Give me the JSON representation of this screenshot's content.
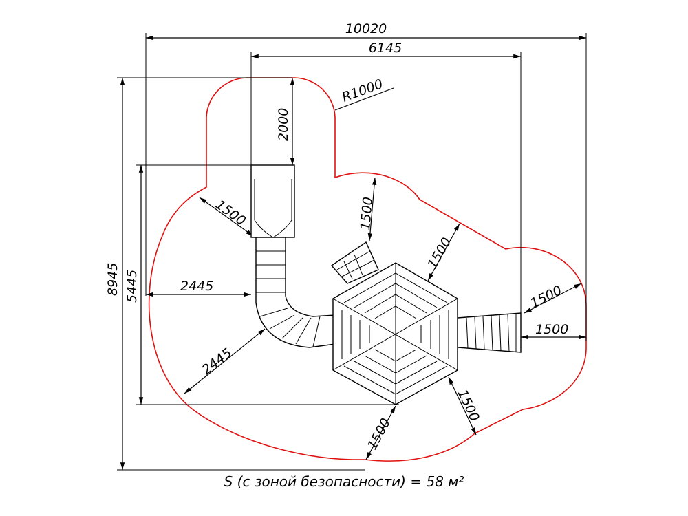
{
  "dimensions": {
    "total_width": "10020",
    "inner_width": "6145",
    "radius": "R1000",
    "slide_top_zone": "2000",
    "total_height": "8945",
    "inner_height": "5445",
    "left_offset": "2445",
    "slide_curve_zone": "2445",
    "zone_slide_left": "1500",
    "zone_ladder": "1500",
    "zone_hex_upper_right": "1500",
    "zone_stairs_angled": "1500",
    "zone_stairs_right": "1500",
    "zone_hex_lower_right": "1500",
    "zone_hex_bottom": "1500"
  },
  "area_label": "S (с зоной безопасности) = 58 м²",
  "colors": {
    "safety_zone": "#e01010",
    "lines": "#000000"
  }
}
